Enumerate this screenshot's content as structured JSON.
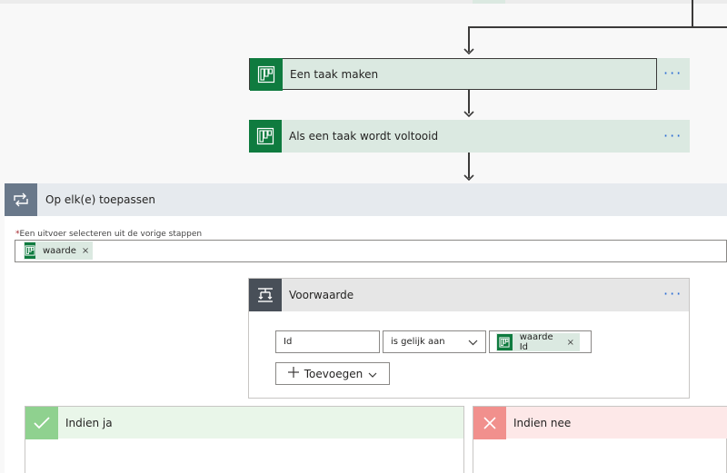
{
  "steps": [
    {
      "title": "Een taak maken",
      "more": "···",
      "icon": "planner-icon"
    },
    {
      "title": "Als een taak wordt voltooid",
      "more": "···",
      "icon": "planner-icon"
    }
  ],
  "apply_each": {
    "title": "Op elk(e) toepassen",
    "icon": "loop-icon",
    "field_required_mark": "*",
    "field_label": "Een uitvoer selecteren uit de vorige stappen",
    "token_label": "waarde",
    "token_remove": "×"
  },
  "condition": {
    "title": "Voorwaarde",
    "more": "···",
    "icon": "condition-icon",
    "left_operand": "Id",
    "operator": "is gelijk aan",
    "right_token": "waarde Id",
    "right_token_remove": "×",
    "add_label": "Toevoegen"
  },
  "branches": {
    "yes": {
      "title": "Indien ja",
      "color": "#8fd18f"
    },
    "no": {
      "title": "Indien nee",
      "color": "#f1908d"
    }
  },
  "colors": {
    "planner_green": "#0f7b3f",
    "card_bg": "#dbe9e1",
    "link_blue": "#2b6cd4"
  }
}
